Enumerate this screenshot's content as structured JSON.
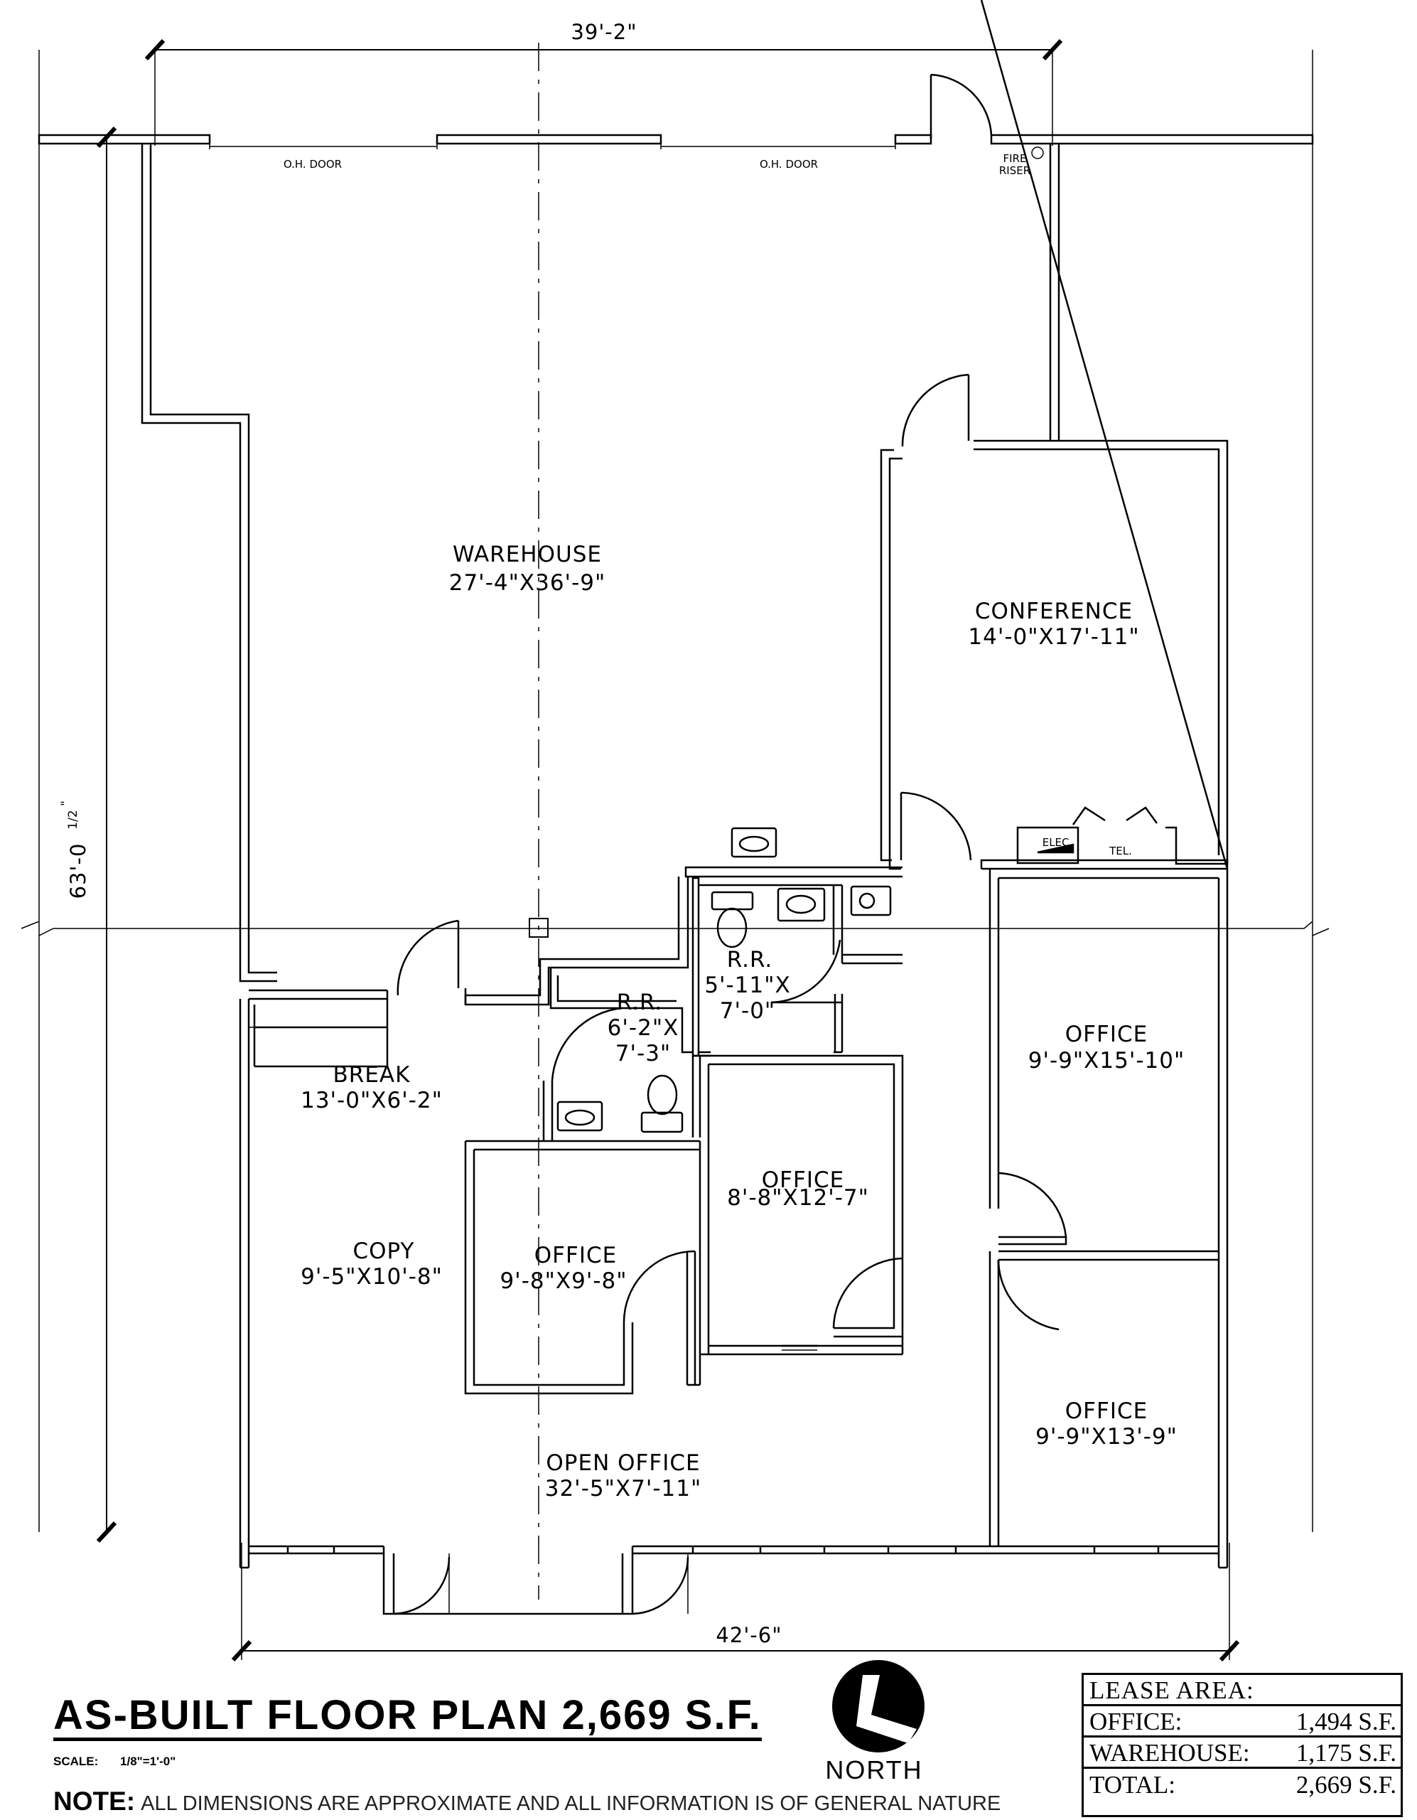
{
  "plan": {
    "dimensions": {
      "top": "39'-2\"",
      "bottom": "42'-6\"",
      "side": "63'-0",
      "side_fraction": "1/2",
      "side_inch": "\""
    },
    "labels": {
      "oh_door": "O.H. DOOR",
      "fire": "FIRE",
      "riser": "RISER",
      "elec": "ELEC.",
      "tel": "TEL."
    },
    "rooms": {
      "warehouse": {
        "name": "WAREHOUSE",
        "size": "27'-4\"X36'-9\""
      },
      "conference": {
        "name": "CONFERENCE",
        "size": "14'-0\"X17'-11\""
      },
      "rr_right": {
        "name": "R.R.",
        "size_a": "5'-11\"X",
        "size_b": "7'-0\""
      },
      "rr_left": {
        "name": "R.R.",
        "size_a": "6'-2\"X",
        "size_b": "7'-3\""
      },
      "break": {
        "name": "BREAK",
        "size": "13'-0\"X6'-2\""
      },
      "office_ne": {
        "name": "OFFICE",
        "size": "9'-9\"X15'-10\""
      },
      "office_mid": {
        "name": "OFFICE",
        "size": "8'-8\"X12'-7\""
      },
      "copy": {
        "name": "COPY",
        "size": "9'-5\"X10'-8\""
      },
      "office_small": {
        "name": "OFFICE",
        "size": "9'-8\"X9'-8\""
      },
      "office_se": {
        "name": "OFFICE",
        "size": "9'-9\"X13'-9\""
      },
      "open_office": {
        "name": "OPEN OFFICE",
        "size": "32'-5\"X7'-11\""
      }
    }
  },
  "title": "AS-BUILT FLOOR PLAN 2,669 S.F.",
  "scale": {
    "label": "SCALE:",
    "value": "1/8\"=1'-0\""
  },
  "north": "NORTH",
  "note": {
    "label": "NOTE:",
    "text": "ALL DIMENSIONS ARE APPROXIMATE AND ALL INFORMATION IS OF GENERAL NATURE"
  },
  "lease_area": {
    "heading": "LEASE AREA:",
    "rows": [
      {
        "label": "OFFICE:",
        "value": "1,494 S.F."
      },
      {
        "label": "WAREHOUSE:",
        "value": "1,175 S.F."
      },
      {
        "label": "TOTAL:",
        "value": "2,669 S.F."
      }
    ]
  }
}
